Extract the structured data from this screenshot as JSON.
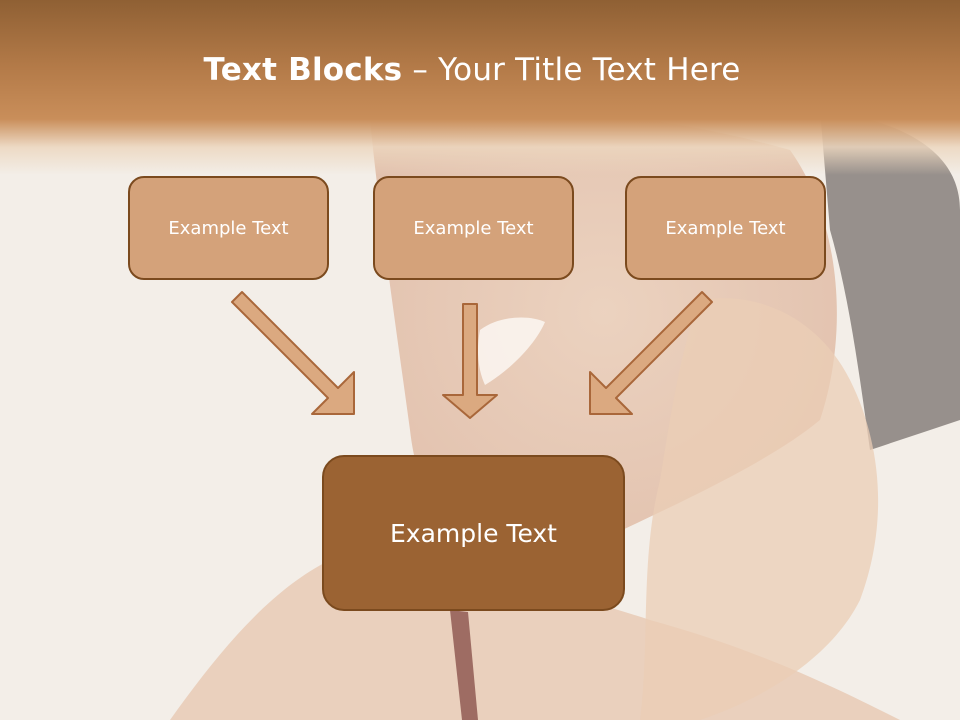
{
  "slide": {
    "title_bold": "Text Blocks",
    "title_rest": " – Your Title Text Here",
    "blocks": [
      {
        "label": "Example Text"
      },
      {
        "label": "Example Text"
      },
      {
        "label": "Example Text"
      }
    ],
    "result_block": {
      "label": "Example Text"
    }
  },
  "colors": {
    "header": "#b37a48",
    "small_box_fill": "#d4a27a",
    "large_box_fill": "#9b6333",
    "border": "#7b4a1e",
    "arrow_fill": "#dba980"
  },
  "background_image": "woman-on-phone-photo"
}
